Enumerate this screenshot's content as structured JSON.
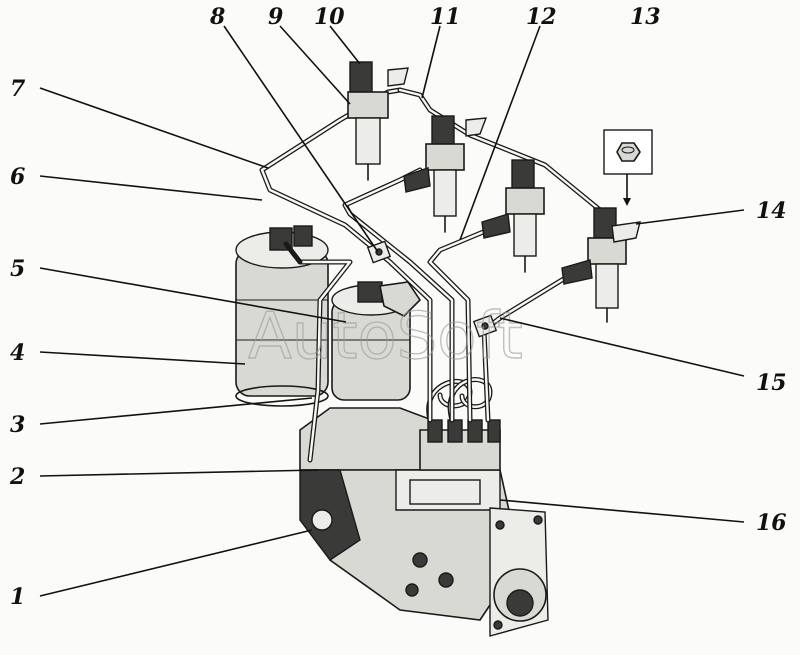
{
  "diagram": {
    "watermark": "AutoSoft",
    "callouts": [
      {
        "label": "1"
      },
      {
        "label": "2"
      },
      {
        "label": "3"
      },
      {
        "label": "4"
      },
      {
        "label": "5"
      },
      {
        "label": "6"
      },
      {
        "label": "7"
      },
      {
        "label": "8"
      },
      {
        "label": "9"
      },
      {
        "label": "10"
      },
      {
        "label": "11"
      },
      {
        "label": "12"
      },
      {
        "label": "13"
      },
      {
        "label": "14"
      },
      {
        "label": "15"
      },
      {
        "label": "16"
      }
    ]
  }
}
